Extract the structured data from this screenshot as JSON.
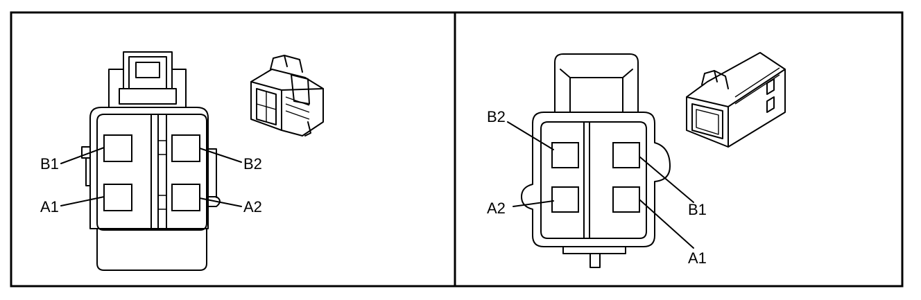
{
  "left_view": {
    "labels": {
      "b1": "B1",
      "b2": "B2",
      "a1": "A1",
      "a2": "A2"
    }
  },
  "right_view": {
    "labels": {
      "b2": "B2",
      "a2": "A2",
      "b1": "B1",
      "a1": "A1"
    }
  }
}
